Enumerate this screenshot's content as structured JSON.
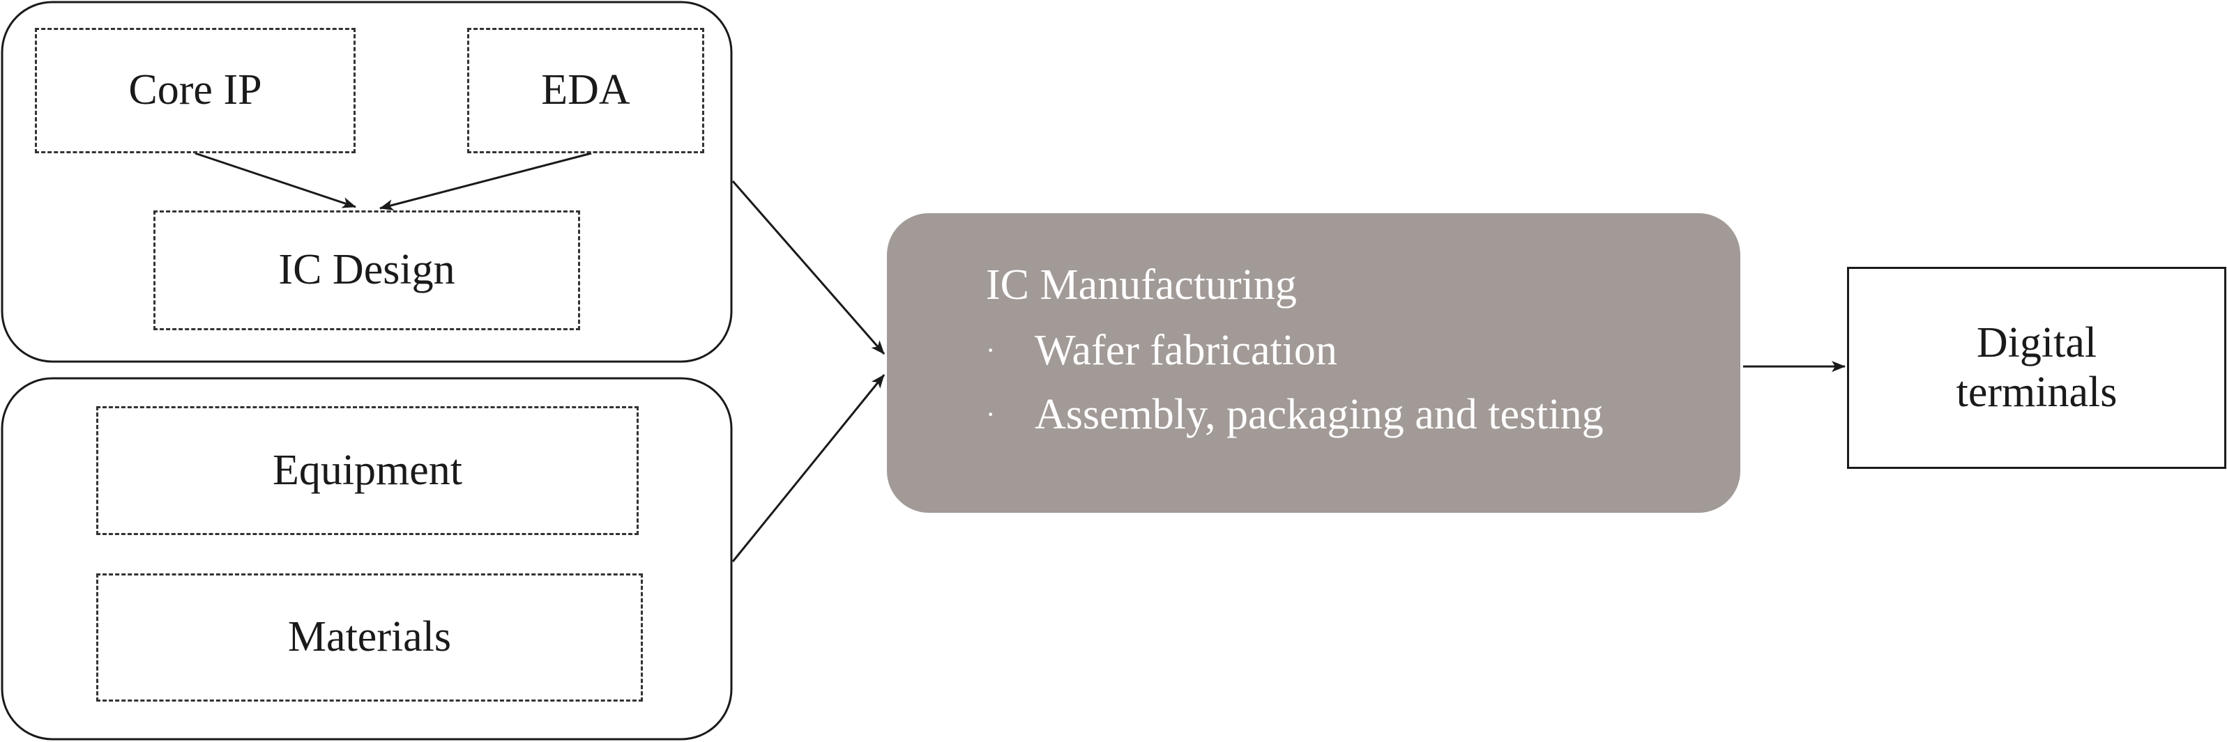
{
  "design_group": {
    "core_ip": "Core IP",
    "eda": "EDA",
    "ic_design": "IC Design"
  },
  "supply_group": {
    "equipment": "Equipment",
    "materials": "Materials"
  },
  "manufacturing": {
    "title": "IC Manufacturing",
    "bullet_symbol": "·",
    "items": [
      "Wafer fabrication",
      "Assembly, packaging and testing"
    ]
  },
  "terminals": {
    "line1": "Digital",
    "line2": "terminals"
  },
  "colors": {
    "manufacturing_fill": "#a29a97",
    "manufacturing_text": "#ffffff",
    "line": "#1a1a1a"
  }
}
